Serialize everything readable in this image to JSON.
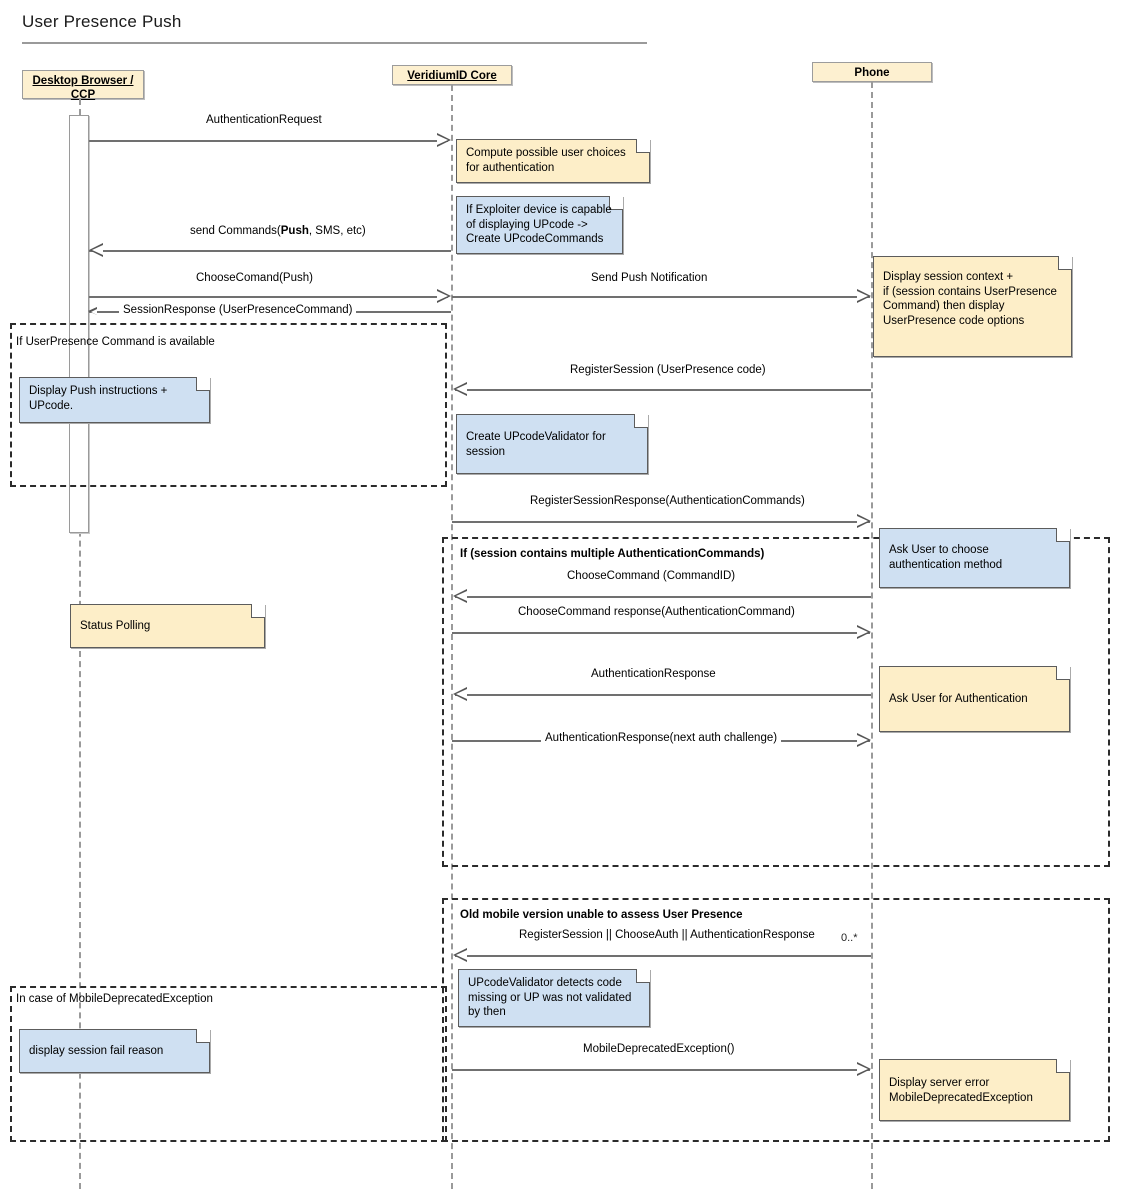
{
  "title": "User Presence Push",
  "lifelines": [
    {
      "id": "browser",
      "label_line1": "Desktop Browser /",
      "label_line2": "CCP"
    },
    {
      "id": "core",
      "label_line1": "VeridiumID Core",
      "label_line2": ""
    },
    {
      "id": "phone",
      "label_line1": "Phone",
      "label_line2": ""
    }
  ],
  "messages": [
    {
      "id": "m1",
      "label": "AuthenticationRequest"
    },
    {
      "id": "m2",
      "label_pre": "send Commands(",
      "label_bold": "Push",
      "label_post": ", SMS, etc)"
    },
    {
      "id": "m3",
      "label": "ChooseComand(Push)"
    },
    {
      "id": "m4",
      "label": "Send Push Notification"
    },
    {
      "id": "m5",
      "label": "SessionResponse (UserPresenceCommand)"
    },
    {
      "id": "m6",
      "label": "RegisterSession (UserPresence code)"
    },
    {
      "id": "m7",
      "label": "RegisterSessionResponse(AuthenticationCommands)"
    },
    {
      "id": "m8",
      "label": "ChooseCommand (CommandID)"
    },
    {
      "id": "m9",
      "label": "ChooseCommand response(AuthenticationCommand)"
    },
    {
      "id": "m10",
      "label": "AuthenticationResponse"
    },
    {
      "id": "m11",
      "label": "AuthenticationResponse(next auth challenge)"
    },
    {
      "id": "m12",
      "label": "RegisterSession || ChooseAuth || AuthenticationResponse",
      "multiplicity": "0..*"
    },
    {
      "id": "m13",
      "label": "MobileDeprecatedException()"
    }
  ],
  "notes": [
    {
      "id": "n1",
      "color": "yellow",
      "text": "Compute possible user choices\nfor authentication"
    },
    {
      "id": "n2",
      "color": "blue",
      "text": "If Exploiter device is capable\nof displaying UPcode ->\nCreate UPcodeCommands"
    },
    {
      "id": "n3",
      "color": "yellow",
      "text": "Display session context +\nif (session contains UserPresence\nCommand) then display\nUserPresence code options"
    },
    {
      "id": "n4",
      "color": "blue",
      "text": "Display Push instructions +\nUPcode."
    },
    {
      "id": "n5",
      "color": "blue",
      "text": "Create UPcodeValidator for\nsession"
    },
    {
      "id": "n6",
      "color": "yellow",
      "text": "Status Polling"
    },
    {
      "id": "n7",
      "color": "blue",
      "text": "Ask User to choose\nauthentication method"
    },
    {
      "id": "n8",
      "color": "yellow",
      "text": "Ask User for Authentication"
    },
    {
      "id": "n9",
      "color": "blue",
      "text": "UPcodeValidator detects code\nmissing or UP was not validated\nby then"
    },
    {
      "id": "n10",
      "color": "yellow",
      "text": "Display server error\nMobileDeprecatedException"
    },
    {
      "id": "n11",
      "color": "blue",
      "text": "display session fail reason"
    }
  ],
  "fragments": [
    {
      "id": "f1",
      "label": "If UserPresence Command is available",
      "bold": false
    },
    {
      "id": "f2",
      "label": "If (session contains multiple AuthenticationCommands)",
      "bold": true
    },
    {
      "id": "f3",
      "label": "Old mobile version unable to assess User Presence",
      "bold": true
    },
    {
      "id": "f4",
      "label": "In case of MobileDeprecatedException",
      "bold": false
    }
  ],
  "colors": {
    "note_yellow": "#fdeec8",
    "note_blue": "#cfe0f2",
    "lifeline_head": "#fdf0d0",
    "line": "#707070",
    "fragment_border": "#2b2b2b"
  }
}
